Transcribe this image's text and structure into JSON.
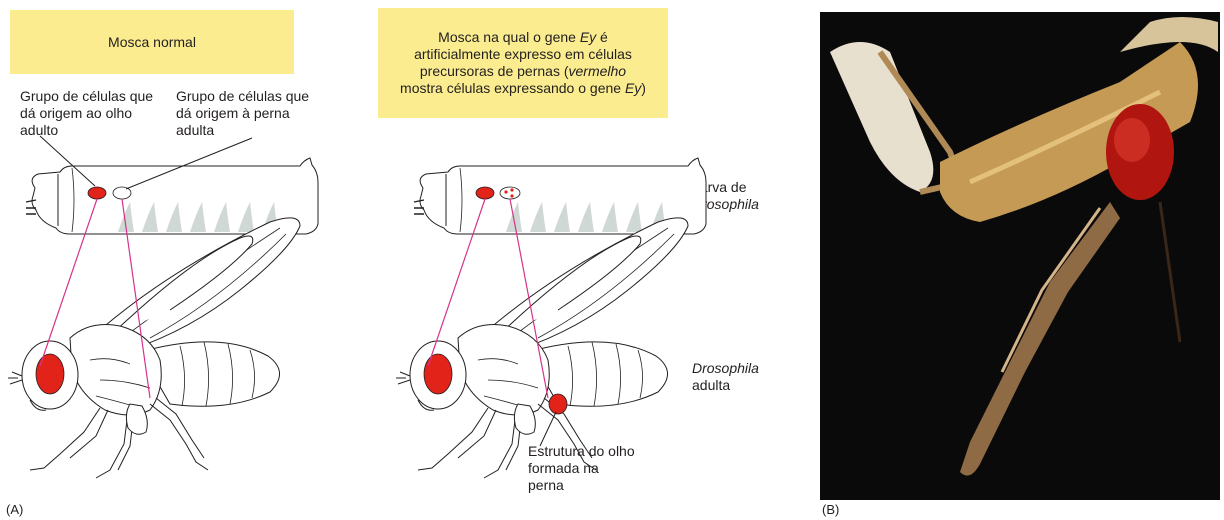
{
  "panel_a": {
    "label": "(A)",
    "normal": {
      "title": "Mosca normal",
      "eye_group_label": "Grupo de células que dá origem ao olho adulto",
      "leg_group_label": "Grupo de células que dá origem à perna adulta"
    },
    "mutant": {
      "title_parts": [
        "Mosca na qual o gene ",
        "Ey",
        " é artificialmente expresso em células precursoras de pernas (",
        "vermelho",
        " mostra células expressando o gene ",
        "Ey",
        ")"
      ],
      "eye_structure_label": "Estrutura do olho formada na perna"
    },
    "larva_label": [
      "Larva de ",
      "Drosophila"
    ],
    "adult_label": [
      "Drosophila",
      " adulta"
    ]
  },
  "panel_b": {
    "label": "(B)",
    "photo_description_icon": "fly-leg-with-eye-photo"
  },
  "colors": {
    "box_fill": "#fbed8f",
    "eye_red": "#e2231a",
    "pointer_line": "#d6338a",
    "larva_segment": "#cfd8d4"
  }
}
